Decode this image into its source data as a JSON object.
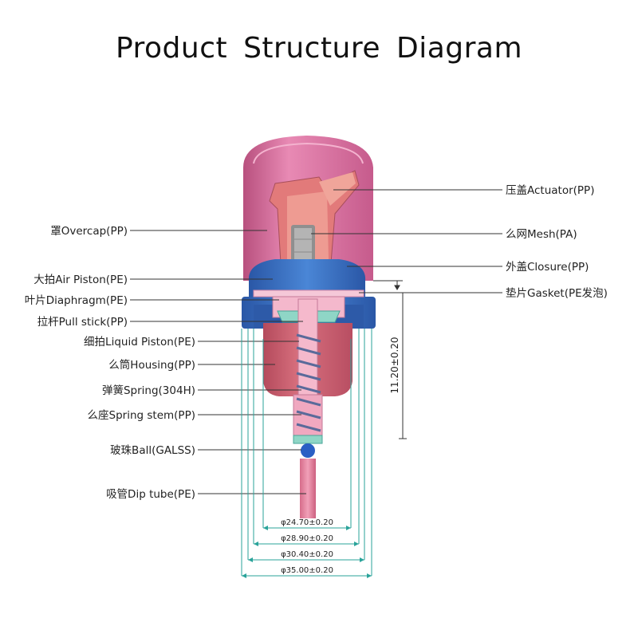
{
  "title": "Product Structure Diagram",
  "left_labels": [
    "罩Overcap(PP)",
    "大拍Air Piston(PE)",
    "叶片Diaphragm(PE)",
    "拉杆Pull stick(PP)",
    "细拍Liquid Piston(PE)",
    "么筒Housing(PP)",
    "弹簧Spring(304H)",
    "么座Spring stem(PP)",
    "玻珠Ball(GALSS)",
    "吸管Dip tube(PE)"
  ],
  "right_labels": [
    "压盖Actuator(PP)",
    "么网Mesh(PA)",
    "外盖Closure(PP)",
    "垫片Gasket(PE发泡)"
  ],
  "dimensions": {
    "height": "11.20±0.20",
    "diameters": [
      "φ24.70±0.20",
      "φ28.90±0.20",
      "φ30.40±0.20",
      "φ35.00±0.20"
    ]
  },
  "colors": {
    "overcap": "#d86a9c",
    "actuator": "#e8887a",
    "closure": "#3a6fc0",
    "housing": "#c95a6a",
    "dim_line": "#2aa39a",
    "ball": "#2a5fc4"
  }
}
